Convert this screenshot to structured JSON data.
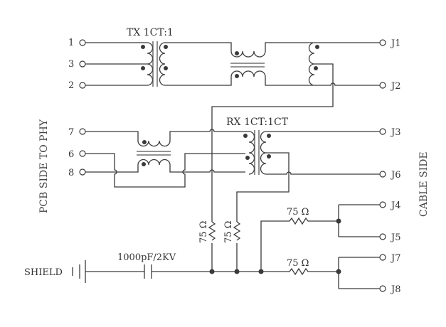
{
  "labels": {
    "tx_transformer": "TX 1CT:1",
    "rx_transformer": "RX 1CT:1CT",
    "pcb_side": "PCB SIDE TO PHY",
    "cable_side": "CABLE SIDE",
    "shield": "SHIELD",
    "capacitor": "1000pF/2KV",
    "resistor_1": "75 Ω",
    "resistor_2": "75 Ω",
    "resistor_3": "75 Ω",
    "resistor_4": "75 Ω"
  },
  "pcb_pins": [
    {
      "id": "pin-1",
      "label": "1"
    },
    {
      "id": "pin-3",
      "label": "3"
    },
    {
      "id": "pin-2",
      "label": "2"
    },
    {
      "id": "pin-7",
      "label": "7"
    },
    {
      "id": "pin-6",
      "label": "6"
    },
    {
      "id": "pin-8",
      "label": "8"
    }
  ],
  "cable_pins": [
    {
      "id": "J1",
      "label": "J1"
    },
    {
      "id": "J2",
      "label": "J2"
    },
    {
      "id": "J3",
      "label": "J3"
    },
    {
      "id": "J6",
      "label": "J6"
    },
    {
      "id": "J4",
      "label": "J4"
    },
    {
      "id": "J5",
      "label": "J5"
    },
    {
      "id": "J7",
      "label": "J7"
    },
    {
      "id": "J8",
      "label": "J8"
    }
  ]
}
